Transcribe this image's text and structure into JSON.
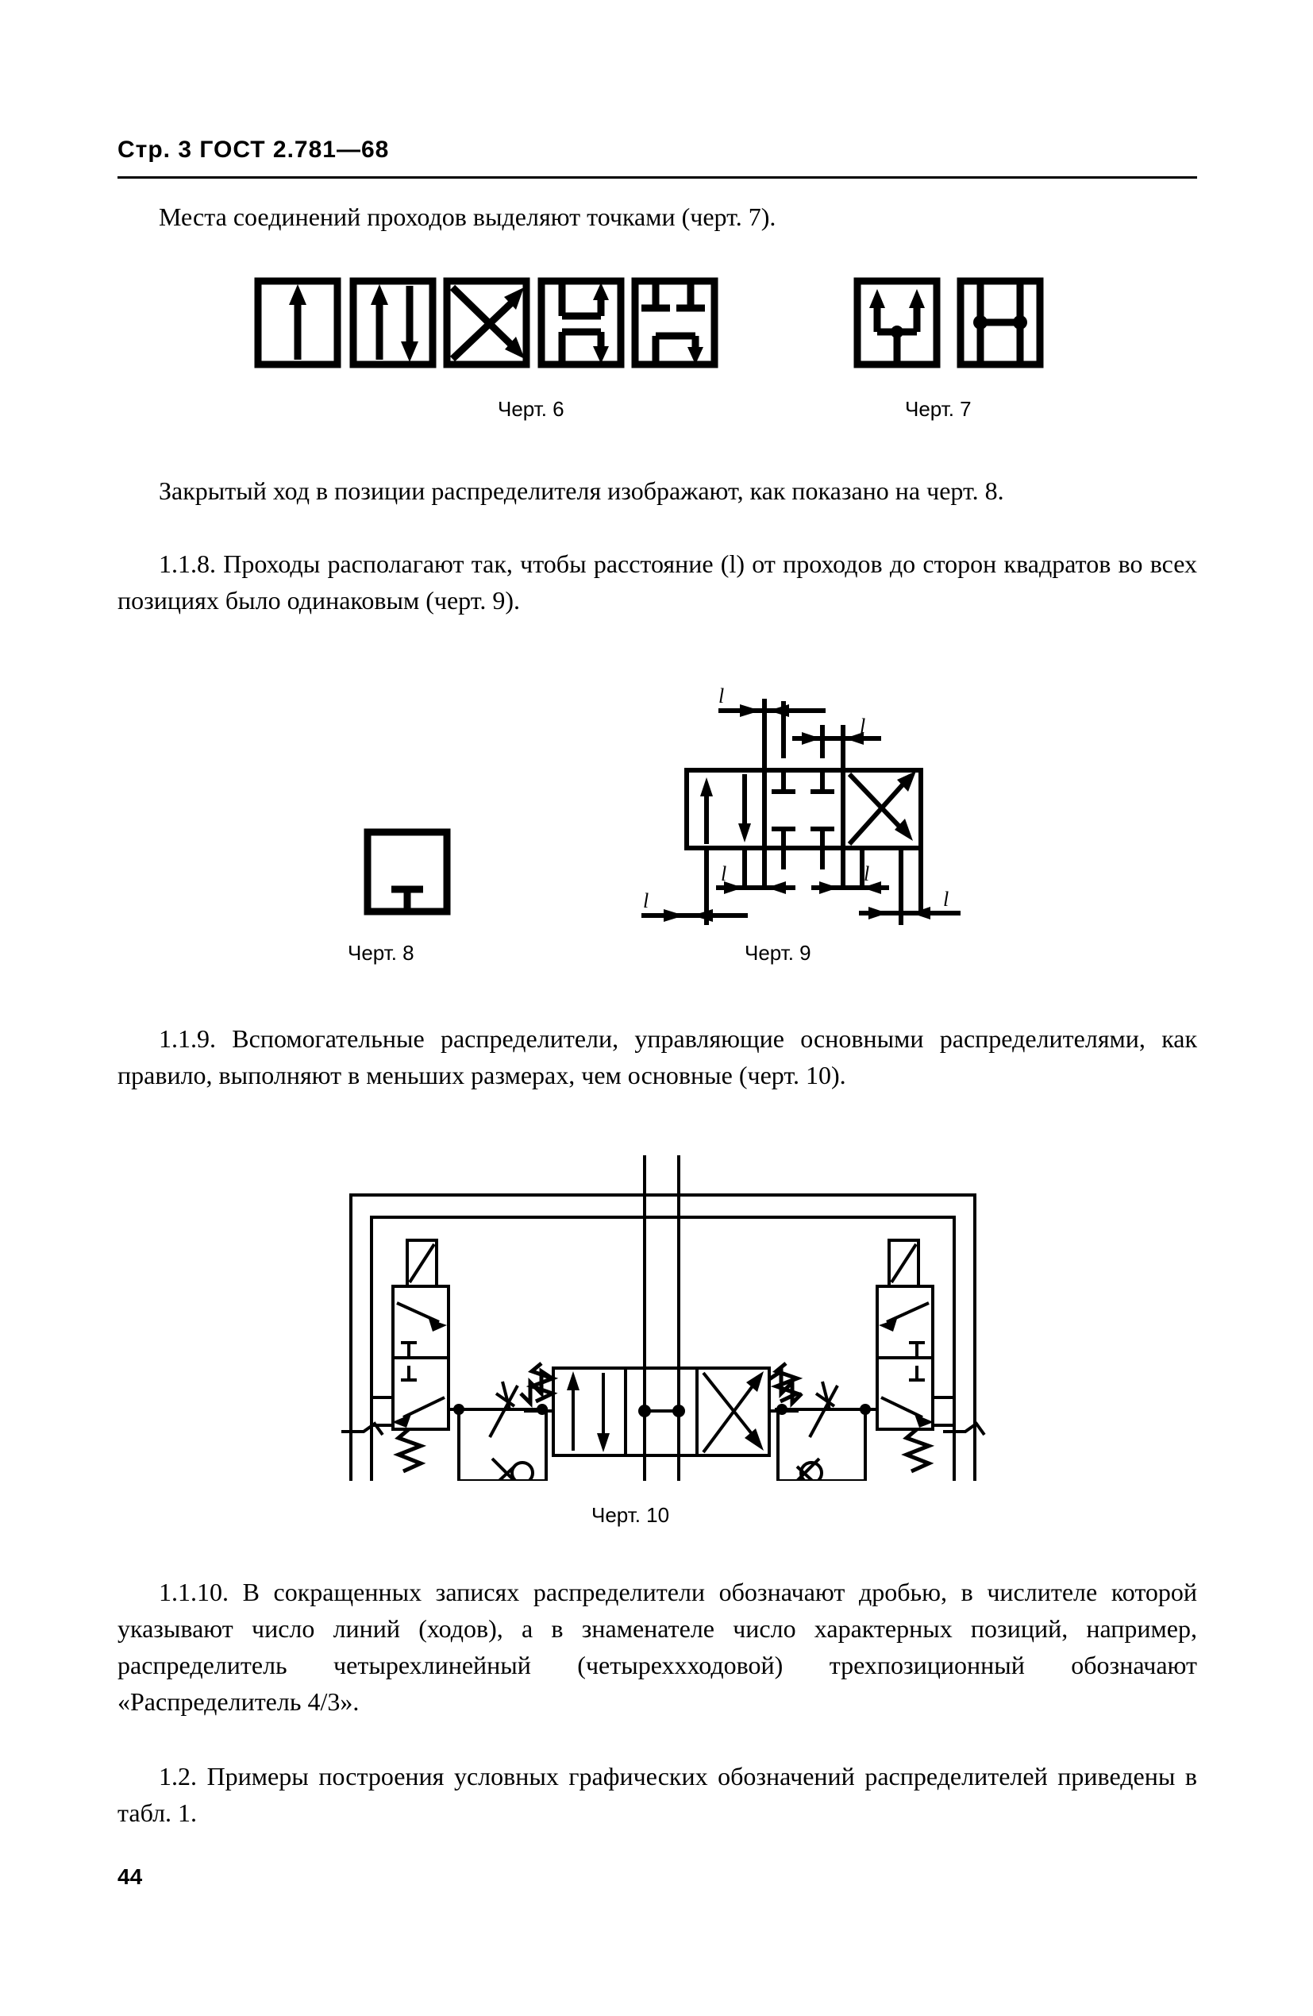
{
  "document": {
    "standard": "ГОСТ 2.781—68",
    "page_label": "Стр.",
    "page_number_header": "3",
    "page_number_footer": "44"
  },
  "header": {
    "text": "Стр.  3  ГОСТ  2.781—68"
  },
  "paragraphs": {
    "p1": "Места соединений проходов выделяют точками (черт. 7).",
    "p2": "Закрытый ход в позиции распределителя изображают, как показано на черт. 8.",
    "p3_number": "1.1.8.",
    "p3": "1.1.8. Проходы располагают так, чтобы расстояние (l) от проходов до сторон квадратов во всех позициях было одинаковым (черт. 9).",
    "p4_number": "1.1.9.",
    "p4": "1.1.9. Вспомогательные распределители, управляющие основными распределителями, как правило, выполняют в меньших размерах, чем основные (черт. 10).",
    "p5_number": "1.1.10.",
    "p5": "1.1.10. В сокращенных записях распределители обозначают дробью, в числителе которой указывают число линий (ходов), а в знаменателе число характерных позиций, например, распределитель четырехлинейный (четыреххходовой) трехпозиционный обозначают «Распределитель 4/3».",
    "p6_number": "1.2.",
    "p6": "1.2. Примеры построения условных графических обозначений распределителей приведены в табл. 1."
  },
  "figures": {
    "fig6": {
      "caption": "Черт. 6",
      "symbols": [
        "single-square-up-arrow",
        "square-up-down-arrows",
        "square-crossed-arrows",
        "square-h-passage-arrow",
        "square-t-blocked-passage"
      ]
    },
    "fig7": {
      "caption": "Черт. 7",
      "symbols": [
        "square-junction-dot-two-arrows",
        "square-junction-dots-h-passage"
      ]
    },
    "fig8": {
      "caption": "Черт. 8",
      "symbols": [
        "square-closed-passage-tee"
      ]
    },
    "fig9": {
      "caption": "Черт. 9",
      "dimension_label": "l",
      "dimension_labels": [
        "l",
        "l",
        "l",
        "l",
        "l",
        "l"
      ],
      "symbols": [
        "position-up-down-arrows",
        "position-closed-tees",
        "position-crossed-arrows"
      ]
    },
    "fig10": {
      "caption": "Черт. 10",
      "symbols": [
        "pilot-valve-left",
        "throttle-check-valve-left",
        "main-distributor-three-position",
        "throttle-check-valve-right",
        "pilot-valve-right",
        "spring-return-left",
        "spring-return-right"
      ]
    }
  },
  "colors": {
    "ink": "#000000",
    "paper": "#ffffff"
  }
}
